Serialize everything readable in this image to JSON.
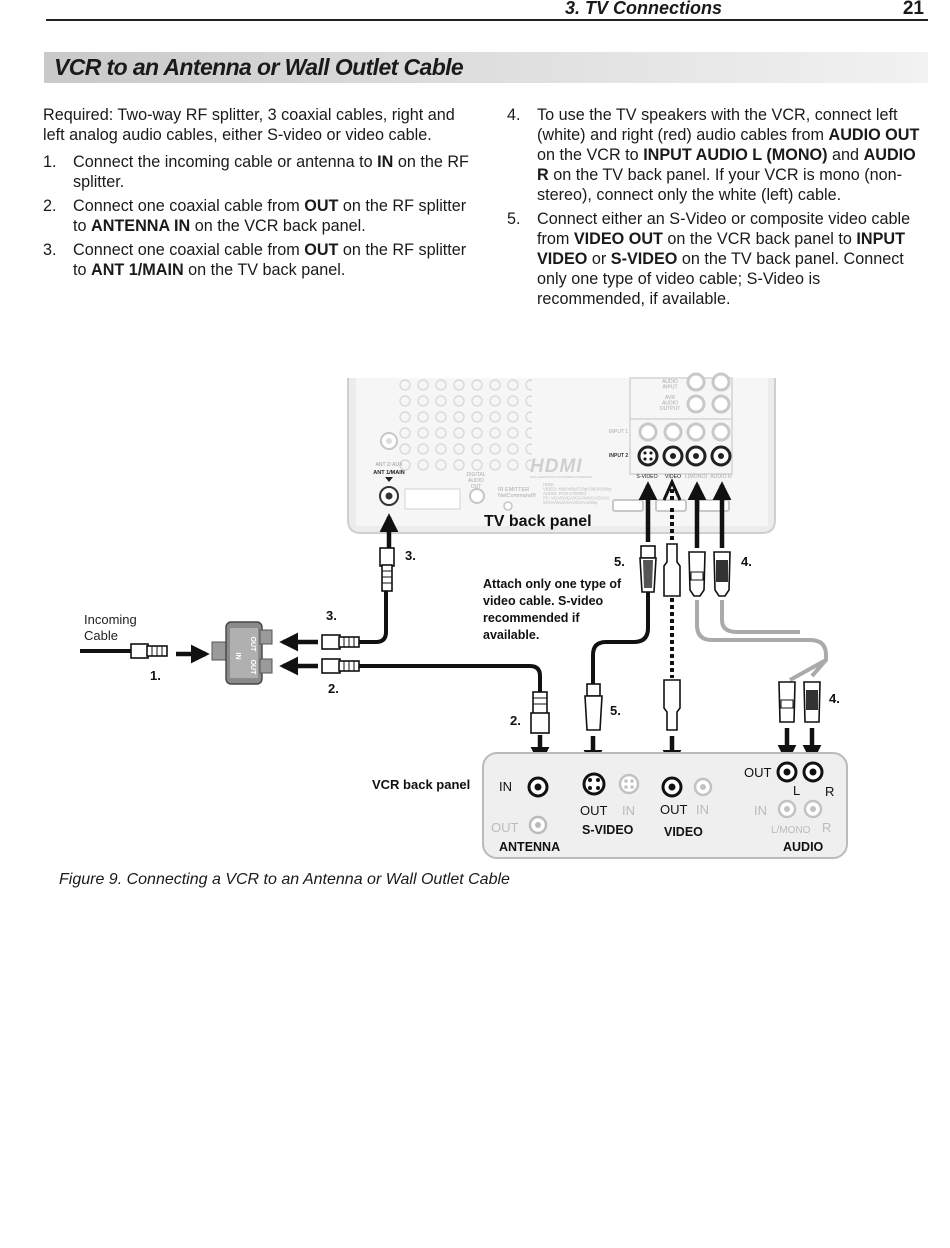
{
  "header": {
    "chapter": "3. TV Connections",
    "page_number": "21"
  },
  "section_title": "VCR to an Antenna or Wall Outlet Cable",
  "left_col": {
    "intro": "Required: Two-way RF splitter, 3 coaxial cables, right and left analog audio cables, either S-video or video cable.",
    "s1": {
      "num": "1.",
      "a": "Connect the incoming cable or antenna to ",
      "b": "IN",
      "c": " on the RF splitter."
    },
    "s2": {
      "num": "2.",
      "a": "Connect one coaxial cable from ",
      "b": "OUT",
      "c": " on the RF splitter to ",
      "d": "ANTENNA IN",
      "e": " on the VCR back panel."
    },
    "s3": {
      "num": "3.",
      "a": "Connect one coaxial cable from ",
      "b": "OUT",
      "c": " on the RF splitter to ",
      "d": "ANT 1/MAIN",
      "e": " on the TV back panel."
    }
  },
  "right_col": {
    "s4": {
      "num": "4.",
      "a": "To use the TV speakers with the VCR, connect left (white) and right (red) audio cables from ",
      "b": "AUDIO OUT",
      "c": " on the VCR to ",
      "d": "INPUT AUDIO L (MONO)",
      "e": " and ",
      "f": "AUDIO R",
      "g": " on the TV back panel.  If your VCR is mono (non-stereo), connect only the white (left) cable."
    },
    "s5": {
      "num": "5.",
      "a": "Connect either an S-Video or composite video cable from ",
      "b": "VIDEO OUT",
      "c": " on the VCR back panel to ",
      "d": "INPUT VIDEO",
      "e": " or ",
      "f": "S-VIDEO",
      "g": " on the TV back panel. Connect only one type of video cable; S-Video is recommended, if available."
    }
  },
  "figure": {
    "tv_panel_label": "TV back panel",
    "vcr_panel_label": "VCR back panel",
    "incoming": [
      "Incoming",
      "Cable"
    ],
    "note": [
      "Attach only one type of",
      "video cable.  S-video",
      "recommended if",
      "available."
    ],
    "step_labels": {
      "l1": "1.",
      "l2a": "2.",
      "l2b": "2.",
      "l3a": "3.",
      "l3b": "3.",
      "l4a": "4.",
      "l4b": "4.",
      "l5a": "5.",
      "l5b": "5."
    },
    "splitter": {
      "in": "IN",
      "out_top": "OUT",
      "out_bottom": "OUT"
    },
    "tv": {
      "ant": "ANT 1/MAIN",
      "ant2": "ANT 2/ AUX",
      "digital_audio_out": [
        "DIGITAL",
        "AUDIO",
        "OUT"
      ],
      "ir_emitter": [
        "IR EMITTER",
        "NetCommand®"
      ],
      "hdmi": "HDMI",
      "audio_input": [
        "AUDIO",
        "INPUT"
      ],
      "avr_audio_output": [
        "AVR",
        "AUDIO",
        "OUTPUT"
      ],
      "input1": "INPUT 1",
      "input2": "INPUT 2",
      "svideo": "S-VIDEO",
      "video": "VIDEO",
      "lmono": "L(MONO)",
      "audio_r": "AUDIO R",
      "hdmi_small": [
        "HDMI",
        "VIDEO: 480i/480p/720p/1080i/1080p",
        "AUDIO: PCM STEREO",
        "PC: VGA/SVGA/XGA/WXGA/SXGA",
        "SXGA/WUXGA/UXGA/1080p"
      ],
      "hdmi_tag": "HIGH-DEFINITION MULTIMEDIA INTERFACE"
    },
    "vcr": {
      "in": "IN",
      "out": "OUT",
      "antenna": "ANTENNA",
      "svideo_out": "OUT",
      "svideo_in": "IN",
      "svideo": "S-VIDEO",
      "video_out": "OUT",
      "video_in": "IN",
      "video": "VIDEO",
      "audio_out": "OUT",
      "audio_in": "IN",
      "l": "L",
      "r": "R",
      "lmono": "L/MONO",
      "r2": "R",
      "audio": "AUDIO"
    }
  },
  "caption": "Figure 9.  Connecting a VCR to an Antenna or Wall Outlet Cable"
}
